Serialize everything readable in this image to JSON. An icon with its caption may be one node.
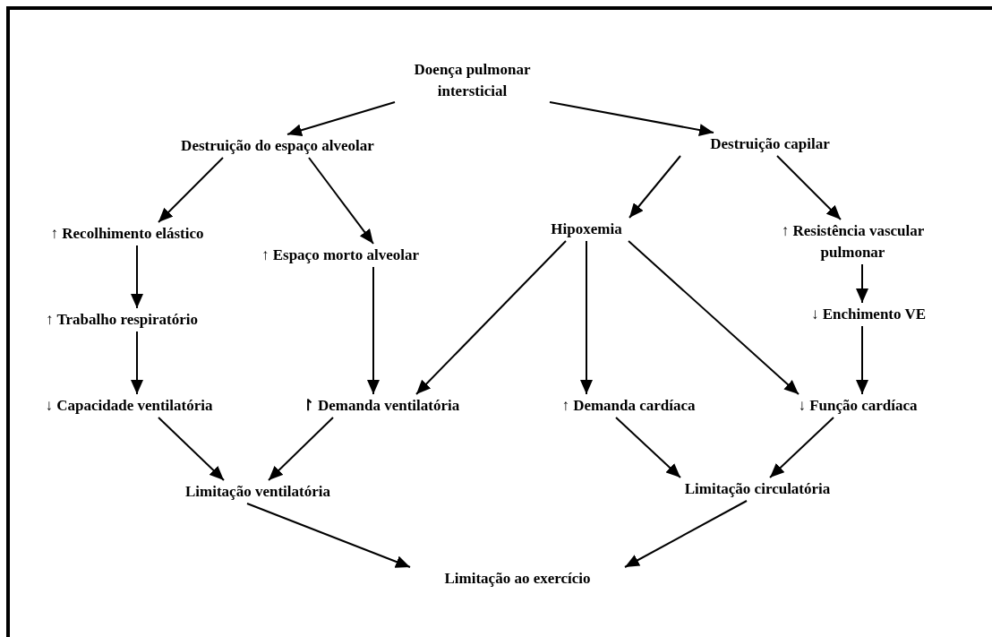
{
  "diagram": {
    "nodes": [
      {
        "text": [
          "Doença pulmonar intersticial"
        ]
      },
      {
        "text": [
          "Destruição do espaço alveolar"
        ]
      },
      {
        "text": [
          "Destruição capilar"
        ]
      },
      {
        "text": [
          "↑ Recolhimento elástico"
        ]
      },
      {
        "text": [
          "↑ Espaço morto alveolar"
        ]
      },
      {
        "text": [
          "Hipoxemia"
        ]
      },
      {
        "text": [
          "↑ Resistência vascular pulmonar"
        ]
      },
      {
        "text": [
          "↑ Trabalho respiratório"
        ]
      },
      {
        "text": [
          "↓ Enchimento VE"
        ]
      },
      {
        "text": [
          "↓ Capacidade ventilatória"
        ]
      },
      {
        "text": [
          "↾ Demanda ventilatória"
        ]
      },
      {
        "text": [
          "↑ Demanda cardíaca"
        ]
      },
      {
        "text": [
          "↓ Função cardíaca"
        ]
      },
      {
        "text": [
          "Limitação ventilatória"
        ]
      },
      {
        "text": [
          "Limitação circulatória"
        ]
      },
      {
        "text": [
          "Limitação ao exercício"
        ]
      }
    ],
    "edges": [
      {
        "from": 0,
        "to": 1,
        "arrow": "to"
      },
      {
        "from": 0,
        "to": 2,
        "arrow": "to"
      },
      {
        "from": 1,
        "to": 3,
        "arrow": "to"
      },
      {
        "from": 1,
        "to": 4,
        "arrow": "to"
      },
      {
        "from": 2,
        "to": 5,
        "arrow": "to"
      },
      {
        "from": 2,
        "to": 6,
        "arrow": "to"
      },
      {
        "from": 3,
        "to": 7,
        "arrow": "to"
      },
      {
        "from": 4,
        "to": 10,
        "arrow": "to"
      },
      {
        "from": 7,
        "to": 9,
        "arrow": "to"
      },
      {
        "from": 5,
        "to": 10,
        "arrow": "to"
      },
      {
        "from": 5,
        "to": 11,
        "arrow": "to"
      },
      {
        "from": 5,
        "to": 12,
        "arrow": "to"
      },
      {
        "from": 6,
        "to": 8,
        "arrow": "to"
      },
      {
        "from": 8,
        "to": 12,
        "arrow": "to"
      },
      {
        "from": 9,
        "to": 13,
        "arrow": "to"
      },
      {
        "from": 10,
        "to": 13,
        "arrow": "to"
      },
      {
        "from": 11,
        "to": 14,
        "arrow": "to"
      },
      {
        "from": 12,
        "to": 14,
        "arrow": "to"
      },
      {
        "from": 13,
        "to": 15,
        "arrow": "to"
      },
      {
        "from": 14,
        "to": 15,
        "arrow": "to"
      }
    ]
  }
}
